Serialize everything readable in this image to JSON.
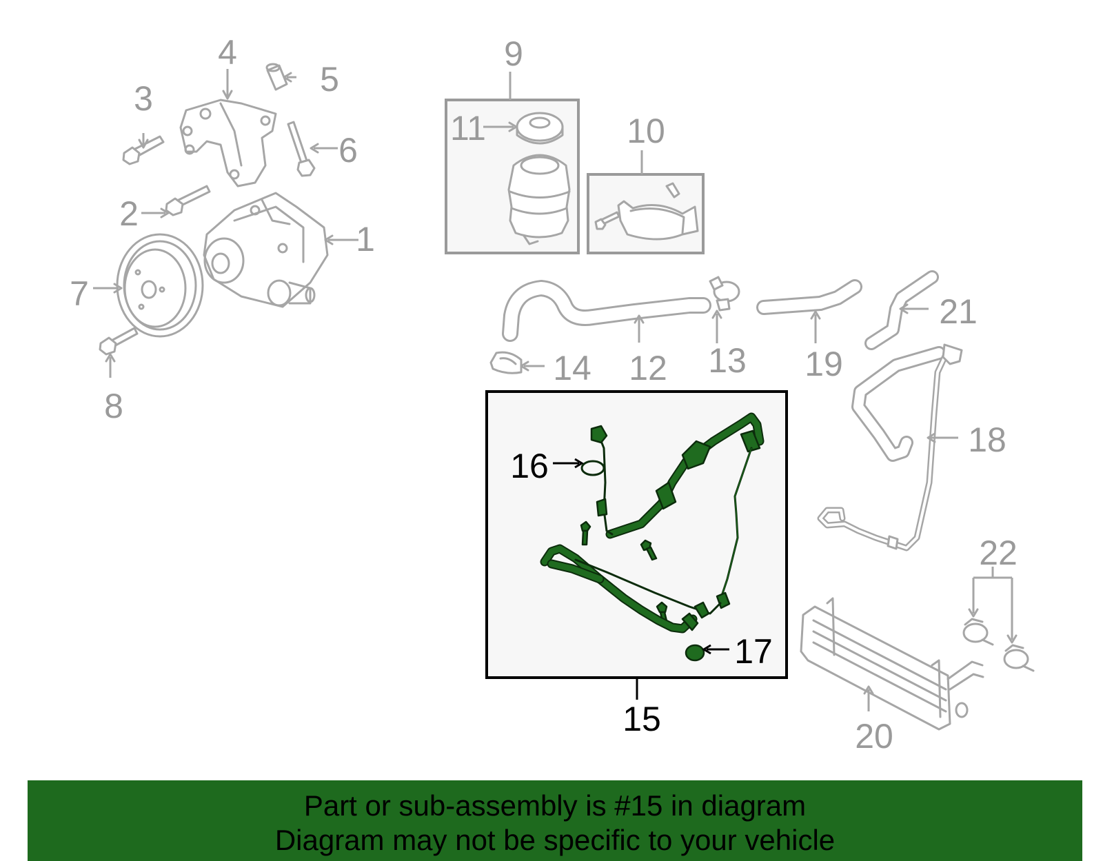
{
  "callouts": {
    "c1": "1",
    "c2": "2",
    "c3": "3",
    "c4": "4",
    "c5": "5",
    "c6": "6",
    "c7": "7",
    "c8": "8",
    "c9": "9",
    "c10": "10",
    "c11": "11",
    "c12": "12",
    "c13": "13",
    "c14": "14",
    "c15": "15",
    "c16": "16",
    "c17": "17",
    "c18": "18",
    "c19": "19",
    "c20": "20",
    "c21": "21",
    "c22": "22"
  },
  "highlighted_part": "15",
  "colors": {
    "highlight": "#1f6b1f",
    "banner": "#1e6a1e",
    "part_lines": "#a6a6a6"
  },
  "banner": {
    "line1": "Part or sub-assembly is #15 in diagram",
    "line2": "Diagram may not be specific to your vehicle"
  }
}
